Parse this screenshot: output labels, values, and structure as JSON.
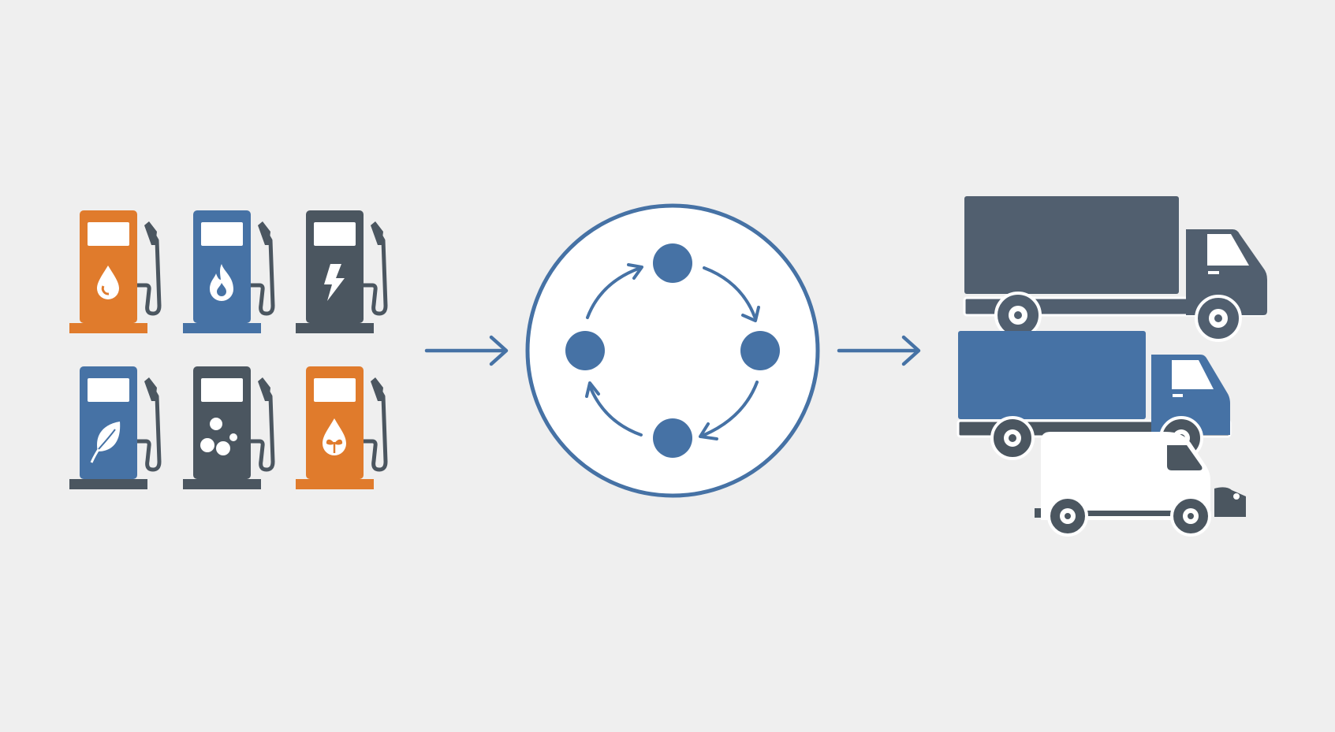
{
  "colors": {
    "background": "#efefef",
    "orange": "#e07b2c",
    "blue": "#4672a5",
    "dark": "#4b5660",
    "truck_dark": "#515f6f",
    "circle_stroke": "#4672a5",
    "white": "#ffffff"
  },
  "fuel_pumps": [
    {
      "color": "orange",
      "icon": "water-drop-icon"
    },
    {
      "color": "blue",
      "icon": "flame-icon"
    },
    {
      "color": "dark",
      "icon": "lightning-bolt-icon"
    },
    {
      "color": "blue",
      "icon": "leaf-icon"
    },
    {
      "color": "dark",
      "icon": "bubbles-icon"
    },
    {
      "color": "orange",
      "icon": "bio-drop-icon"
    }
  ],
  "cycle": {
    "nodes": 4,
    "direction": "clockwise"
  },
  "vehicles": [
    {
      "type": "box-truck",
      "color": "truck_dark"
    },
    {
      "type": "box-truck",
      "color": "blue"
    },
    {
      "type": "van",
      "color": "white"
    }
  ]
}
